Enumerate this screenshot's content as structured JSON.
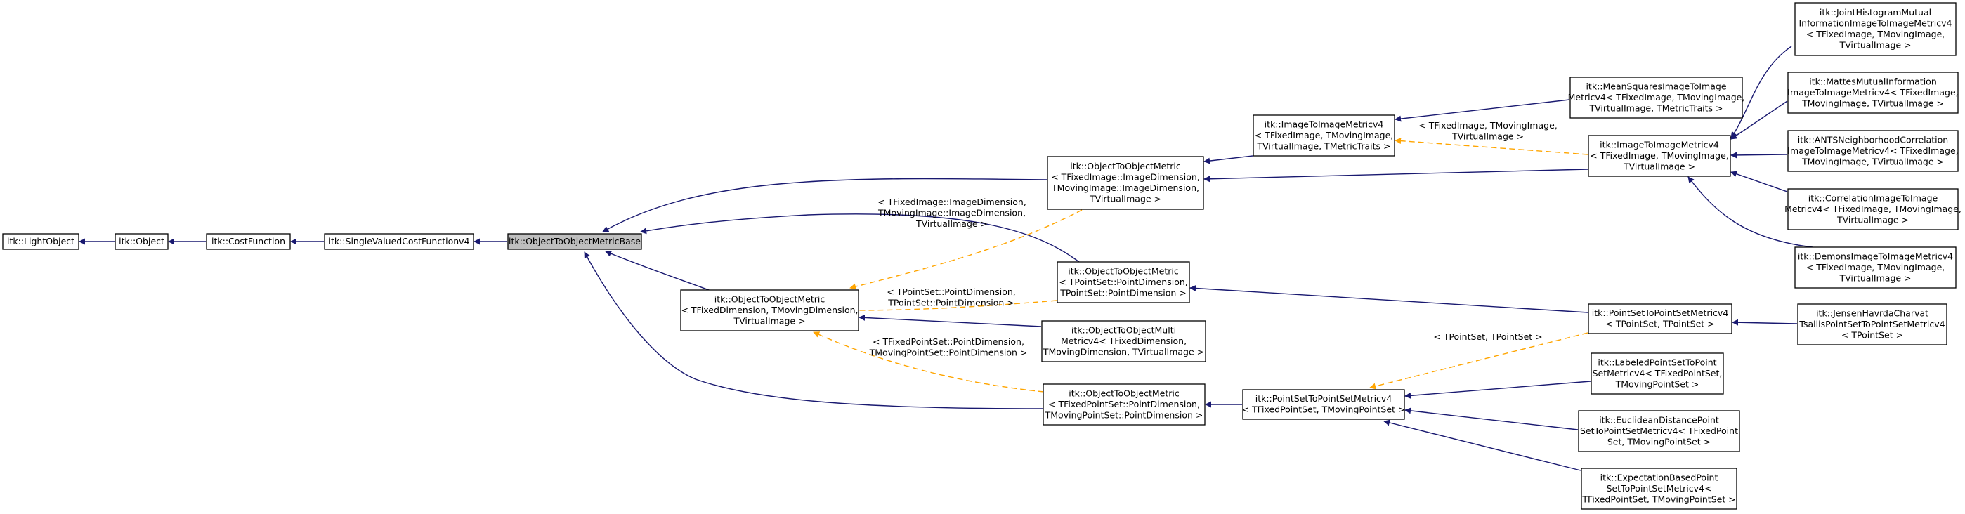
{
  "colors": {
    "inheritance": "#191970",
    "template_instance": "#ffa500",
    "current_node_fill": "#bfbfbf"
  },
  "nodes": {
    "light_object": [
      "itk::LightObject"
    ],
    "object": [
      "itk::Object"
    ],
    "cost_function": [
      "itk::CostFunction"
    ],
    "single_valued": [
      "itk::SingleValuedCostFunctionv4"
    ],
    "obj_metric_base": [
      "itk::ObjectToObjectMetricBase"
    ],
    "obj_metric_tpl": [
      "itk::ObjectToObjectMetric",
      "< TFixedDimension, TMovingDimension,",
      "TVirtualImage >"
    ],
    "obj_metric_image": [
      "itk::ObjectToObjectMetric",
      "< TFixedImage::ImageDimension,",
      "TMovingImage::ImageDimension,",
      "TVirtualImage >"
    ],
    "obj_metric_pointset": [
      "itk::ObjectToObjectMetric",
      "< TPointSet::PointDimension,",
      "TPointSet::PointDimension >"
    ],
    "obj_multi_metric": [
      "itk::ObjectToObjectMulti",
      "Metricv4< TFixedDimension,",
      "TMovingDimension, TVirtualImage >"
    ],
    "obj_metric_fixedpoint": [
      "itk::ObjectToObjectMetric",
      "< TFixedPointSet::PointDimension,",
      "TMovingPointSet::PointDimension >"
    ],
    "img_metric_tpl": [
      "itk::ImageToImageMetricv4",
      "< TFixedImage, TMovingImage,",
      "TVirtualImage, TMetricTraits >"
    ],
    "img_metric": [
      "itk::ImageToImageMetricv4",
      "< TFixedImage, TMovingImage,",
      "TVirtualImage >"
    ],
    "mean_squares": [
      "itk::MeanSquaresImageToImage",
      "Metricv4< TFixedImage, TMovingImage,",
      "TVirtualImage, TMetricTraits >"
    ],
    "joint_histogram": [
      "itk::JointHistogramMutual",
      "InformationImageToImageMetricv4",
      "< TFixedImage, TMovingImage,",
      "TVirtualImage >"
    ],
    "mattes": [
      "itk::MattesMutualInformation",
      "ImageToImageMetricv4< TFixedImage,",
      "TMovingImage, TVirtualImage >"
    ],
    "ants": [
      "itk::ANTSNeighborhoodCorrelation",
      "ImageToImageMetricv4< TFixedImage,",
      "TMovingImage, TVirtualImage >"
    ],
    "correlation": [
      "itk::CorrelationImageToImage",
      "Metricv4< TFixedImage, TMovingImage,",
      "TVirtualImage >"
    ],
    "demons": [
      "itk::DemonsImageToImageMetricv4",
      "< TFixedImage, TMovingImage,",
      "TVirtualImage >"
    ],
    "pointset_metric_single": [
      "itk::PointSetToPointSetMetricv4",
      "< TPointSet, TPointSet >"
    ],
    "jensen": [
      "itk::JensenHavrdaCharvat",
      "TsallisPointSetToPointSetMetricv4",
      "< TPointSet >"
    ],
    "pointset_metric": [
      "itk::PointSetToPointSetMetricv4",
      "< TFixedPointSet, TMovingPointSet >"
    ],
    "labeled": [
      "itk::LabeledPointSetToPoint",
      "SetMetricv4< TFixedPointSet,",
      "TMovingPointSet >"
    ],
    "euclidean": [
      "itk::EuclideanDistancePoint",
      "SetToPointSetMetricv4< TFixedPoint",
      "Set, TMovingPointSet >"
    ],
    "expectation": [
      "itk::ExpectationBasedPoint",
      "SetToPointSetMetricv4<",
      "TFixedPointSet, TMovingPointSet >"
    ]
  },
  "edge_labels": {
    "image_dims": [
      "< TFixedImage::ImageDimension,",
      "TMovingImage::ImageDimension,",
      "TVirtualImage >"
    ],
    "pointset_dims": [
      "< TPointSet::PointDimension,",
      "TPointSet::PointDimension >"
    ],
    "fixedpoint_dims": [
      "< TFixedPointSet::PointDimension,",
      "TMovingPointSet::PointDimension >"
    ],
    "img_metric_args": [
      "< TFixedImage, TMovingImage,",
      "TVirtualImage >"
    ],
    "pointset_args": [
      "< TPointSet, TPointSet >"
    ]
  }
}
